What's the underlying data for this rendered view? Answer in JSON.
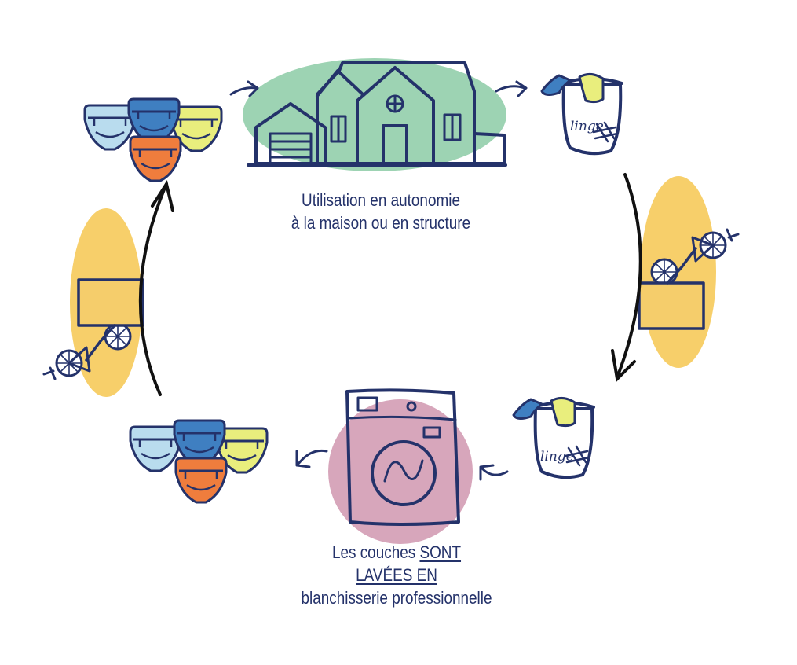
{
  "captions": {
    "home_line1": "Utilisation en autonomie",
    "home_line2": "à la maison ou en structure",
    "laundry_line1_a": "Les couches ",
    "laundry_line1_b": "SONT",
    "laundry_line2": "LAVÉES EN",
    "laundry_line3": "blanchisserie professionnelle"
  },
  "bag_label": "linge",
  "colors": {
    "ink": "#24326a",
    "home_blob": "#9dd3b3",
    "washer_blob": "#d7a6bb",
    "bike_blob": "#f7cf6a",
    "diaper_light_blue": "#b9dcee",
    "diaper_blue": "#3f7fc1",
    "diaper_yellow": "#e9ee7d",
    "diaper_orange": "#ef7d3d",
    "cargo_box": "#f5cd6b",
    "arrow": "#111111"
  },
  "icons": [
    "diaper-stack-icon",
    "house-icon",
    "laundry-bag-icon",
    "cargo-bike-icon",
    "washing-machine-icon",
    "cycle-arrow-icon"
  ]
}
